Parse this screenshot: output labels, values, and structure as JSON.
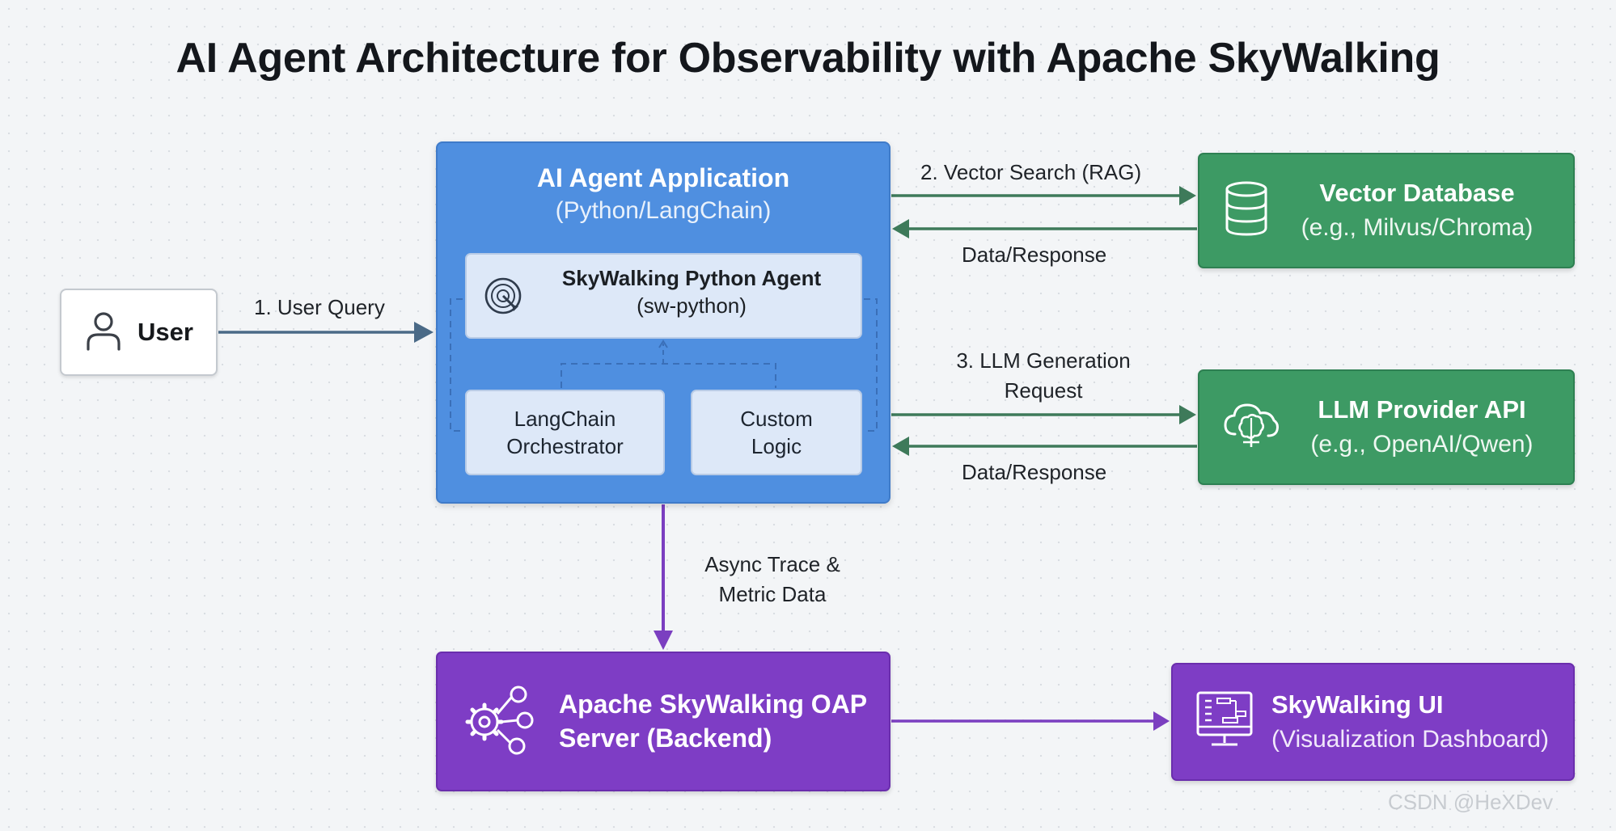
{
  "title": "AI Agent Architecture for Observability with Apache SkyWalking",
  "nodes": {
    "user": {
      "label": "User"
    },
    "app": {
      "title": "AI Agent Application",
      "subtitle": "(Python/LangChain)"
    },
    "sw_agent": {
      "title": "SkyWalking Python Agent",
      "subtitle": "(sw-python)"
    },
    "langchain": {
      "line1": "LangChain",
      "line2": "Orchestrator"
    },
    "custom": {
      "line1": "Custom",
      "line2": "Logic"
    },
    "vector_db": {
      "title": "Vector Database",
      "subtitle": "(e.g., Milvus/Chroma)"
    },
    "llm": {
      "title": "LLM Provider API",
      "subtitle": "(e.g., OpenAI/Qwen)"
    },
    "oap": {
      "line1": "Apache SkyWalking OAP",
      "line2": "Server (Backend)"
    },
    "sw_ui": {
      "title": "SkyWalking UI",
      "subtitle": "(Visualization Dashboard)"
    }
  },
  "edges": {
    "user_query": "1. User Query",
    "vector_search": "2. Vector Search (RAG)",
    "vector_response": "Data/Response",
    "llm_request_1": "3. LLM Generation",
    "llm_request_2": "Request",
    "llm_response": "Data/Response",
    "trace_1": "Async Trace &",
    "trace_2": "Metric Data"
  },
  "watermark": "CSDN @HeXDev",
  "colors": {
    "app_blue": "#4f8fe0",
    "green": "#3d9a64",
    "purple": "#7e3dc5",
    "arrow_user": "#4a6a87",
    "arrow_green": "#3e7a5a",
    "arrow_purple": "#7b3fc0"
  },
  "icons": {
    "user": "user-icon",
    "sw_agent": "radar-icon",
    "vector_db": "database-icon",
    "llm": "brain-cloud-icon",
    "oap": "gears-icon",
    "sw_ui": "dashboard-monitor-icon"
  }
}
